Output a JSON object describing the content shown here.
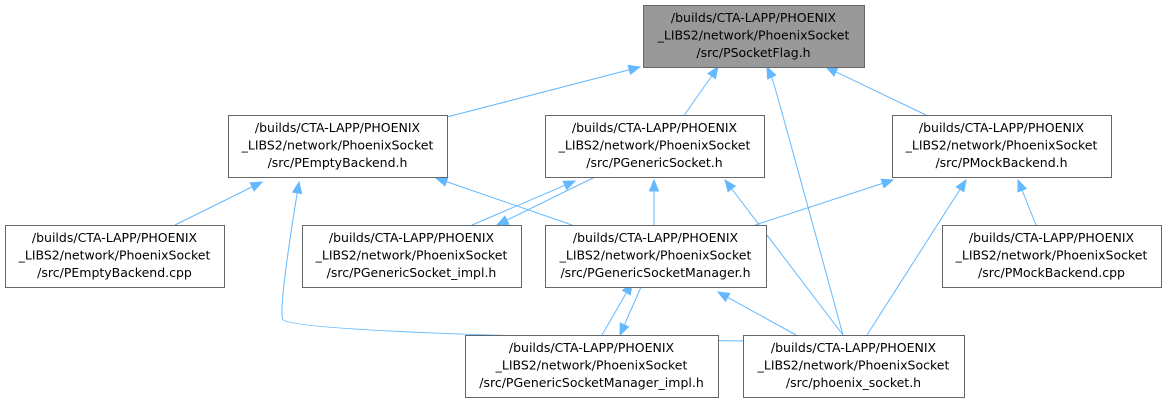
{
  "diagram": {
    "nodes": [
      {
        "id": "psocketflag",
        "lines": [
          "/builds/CTA-LAPP/PHOENIX",
          "_LIBS2/network/PhoenixSocket",
          "/src/PSocketFlag.h"
        ],
        "highlight": true
      },
      {
        "id": "pemptybackend_h",
        "lines": [
          "/builds/CTA-LAPP/PHOENIX",
          "_LIBS2/network/PhoenixSocket",
          "/src/PEmptyBackend.h"
        ]
      },
      {
        "id": "pgenericsocket_h",
        "lines": [
          "/builds/CTA-LAPP/PHOENIX",
          "_LIBS2/network/PhoenixSocket",
          "/src/PGenericSocket.h"
        ]
      },
      {
        "id": "pmockbackend_h",
        "lines": [
          "/builds/CTA-LAPP/PHOENIX",
          "_LIBS2/network/PhoenixSocket",
          "/src/PMockBackend.h"
        ]
      },
      {
        "id": "pemptybackend_cpp",
        "lines": [
          "/builds/CTA-LAPP/PHOENIX",
          "_LIBS2/network/PhoenixSocket",
          "/src/PEmptyBackend.cpp"
        ]
      },
      {
        "id": "pgenericsocket_impl",
        "lines": [
          "/builds/CTA-LAPP/PHOENIX",
          "_LIBS2/network/PhoenixSocket",
          "/src/PGenericSocket_impl.h"
        ]
      },
      {
        "id": "pgenericsocketmanager_h",
        "lines": [
          "/builds/CTA-LAPP/PHOENIX",
          "_LIBS2/network/PhoenixSocket",
          "/src/PGenericSocketManager.h"
        ]
      },
      {
        "id": "pmockbackend_cpp",
        "lines": [
          "/builds/CTA-LAPP/PHOENIX",
          "_LIBS2/network/PhoenixSocket",
          "/src/PMockBackend.cpp"
        ]
      },
      {
        "id": "pgenericsocketmanager_impl",
        "lines": [
          "/builds/CTA-LAPP/PHOENIX",
          "_LIBS2/network/PhoenixSocket",
          "/src/PGenericSocketManager_impl.h"
        ]
      },
      {
        "id": "phoenix_socket",
        "lines": [
          "/builds/CTA-LAPP/PHOENIX",
          "_LIBS2/network/PhoenixSocket",
          "/src/phoenix_socket.h"
        ]
      }
    ],
    "edges": [
      {
        "from": "pemptybackend_h",
        "to": "psocketflag"
      },
      {
        "from": "pgenericsocket_h",
        "to": "psocketflag"
      },
      {
        "from": "phoenix_socket",
        "to": "psocketflag"
      },
      {
        "from": "pmockbackend_h",
        "to": "psocketflag"
      },
      {
        "from": "pemptybackend_cpp",
        "to": "pemptybackend_h"
      },
      {
        "from": "pgenericsocketmanager_h",
        "to": "pemptybackend_h"
      },
      {
        "from": "phoenix_socket",
        "to": "pemptybackend_h"
      },
      {
        "from": "pgenericsocket_impl",
        "to": "pgenericsocket_h"
      },
      {
        "from": "pgenericsocket_h",
        "to": "pgenericsocket_impl"
      },
      {
        "from": "pgenericsocketmanager_h",
        "to": "pgenericsocket_h"
      },
      {
        "from": "phoenix_socket",
        "to": "pgenericsocket_h"
      },
      {
        "from": "pgenericsocketmanager_h",
        "to": "pmockbackend_h"
      },
      {
        "from": "pmockbackend_cpp",
        "to": "pmockbackend_h"
      },
      {
        "from": "phoenix_socket",
        "to": "pmockbackend_h"
      },
      {
        "from": "pgenericsocketmanager_impl",
        "to": "pgenericsocketmanager_h"
      },
      {
        "from": "pgenericsocketmanager_h",
        "to": "pgenericsocketmanager_impl"
      },
      {
        "from": "phoenix_socket",
        "to": "pgenericsocketmanager_h"
      }
    ],
    "colors": {
      "edge": "#63b8ff",
      "node_border": "#666666",
      "node_fill": "#ffffff",
      "highlight_fill": "#999999",
      "text": "#000000"
    }
  }
}
